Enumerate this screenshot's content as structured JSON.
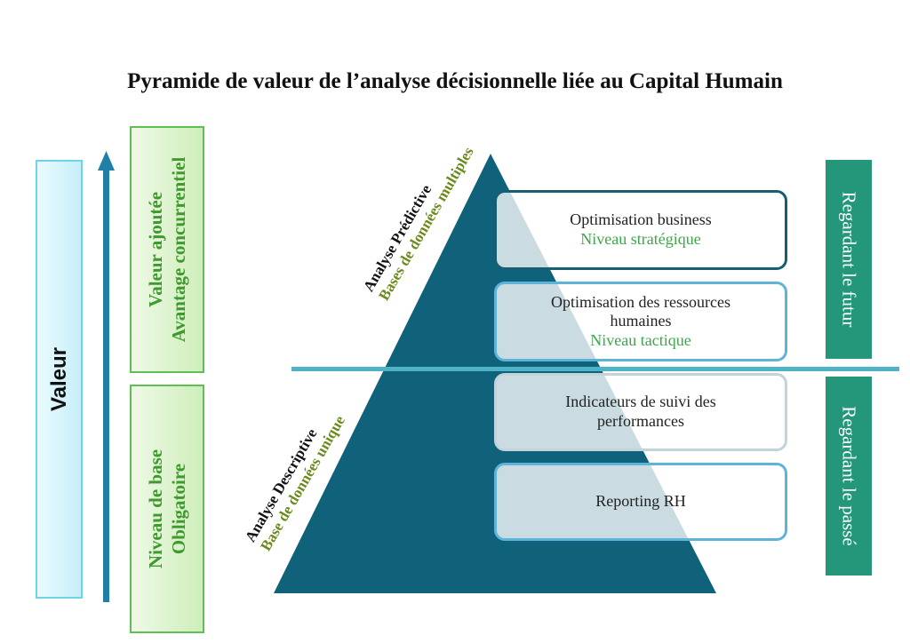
{
  "title": "Pyramide de valeur de l’analyse décisionnelle liée au Capital Humain",
  "left_panel": {
    "valeur_label": "Valeur",
    "top_box": {
      "line1": "Valeur ajoutée",
      "line2": "Avantage concurrentiel"
    },
    "bottom_box": {
      "line1": "Niveau de base",
      "line2": "Obligatoire"
    }
  },
  "pyramid": {
    "predictive": {
      "line1": "Analyse Prédictive",
      "line2": "Bases de données multiples"
    },
    "descriptive": {
      "line1": "Analyse Descriptive",
      "line2": "Base de données unique"
    },
    "levels": [
      {
        "text": "Optimisation business",
        "sub": "Niveau stratégique"
      },
      {
        "text": "Optimisation des ressources humaines",
        "sub": "Niveau tactique"
      },
      {
        "text": "Indicateurs de suivi des performances",
        "sub": ""
      },
      {
        "text": "Reporting RH",
        "sub": ""
      }
    ]
  },
  "right_panel": {
    "future": "Regardant le futur",
    "past": "Regardant le passé"
  },
  "colors": {
    "pyramid": "#10617a",
    "divider": "#4fb3c8",
    "arrow": "#1f7fa6",
    "teal_box": "#24967a",
    "green_text": "#3f9a2e",
    "olive_text": "#6b8a1c"
  }
}
